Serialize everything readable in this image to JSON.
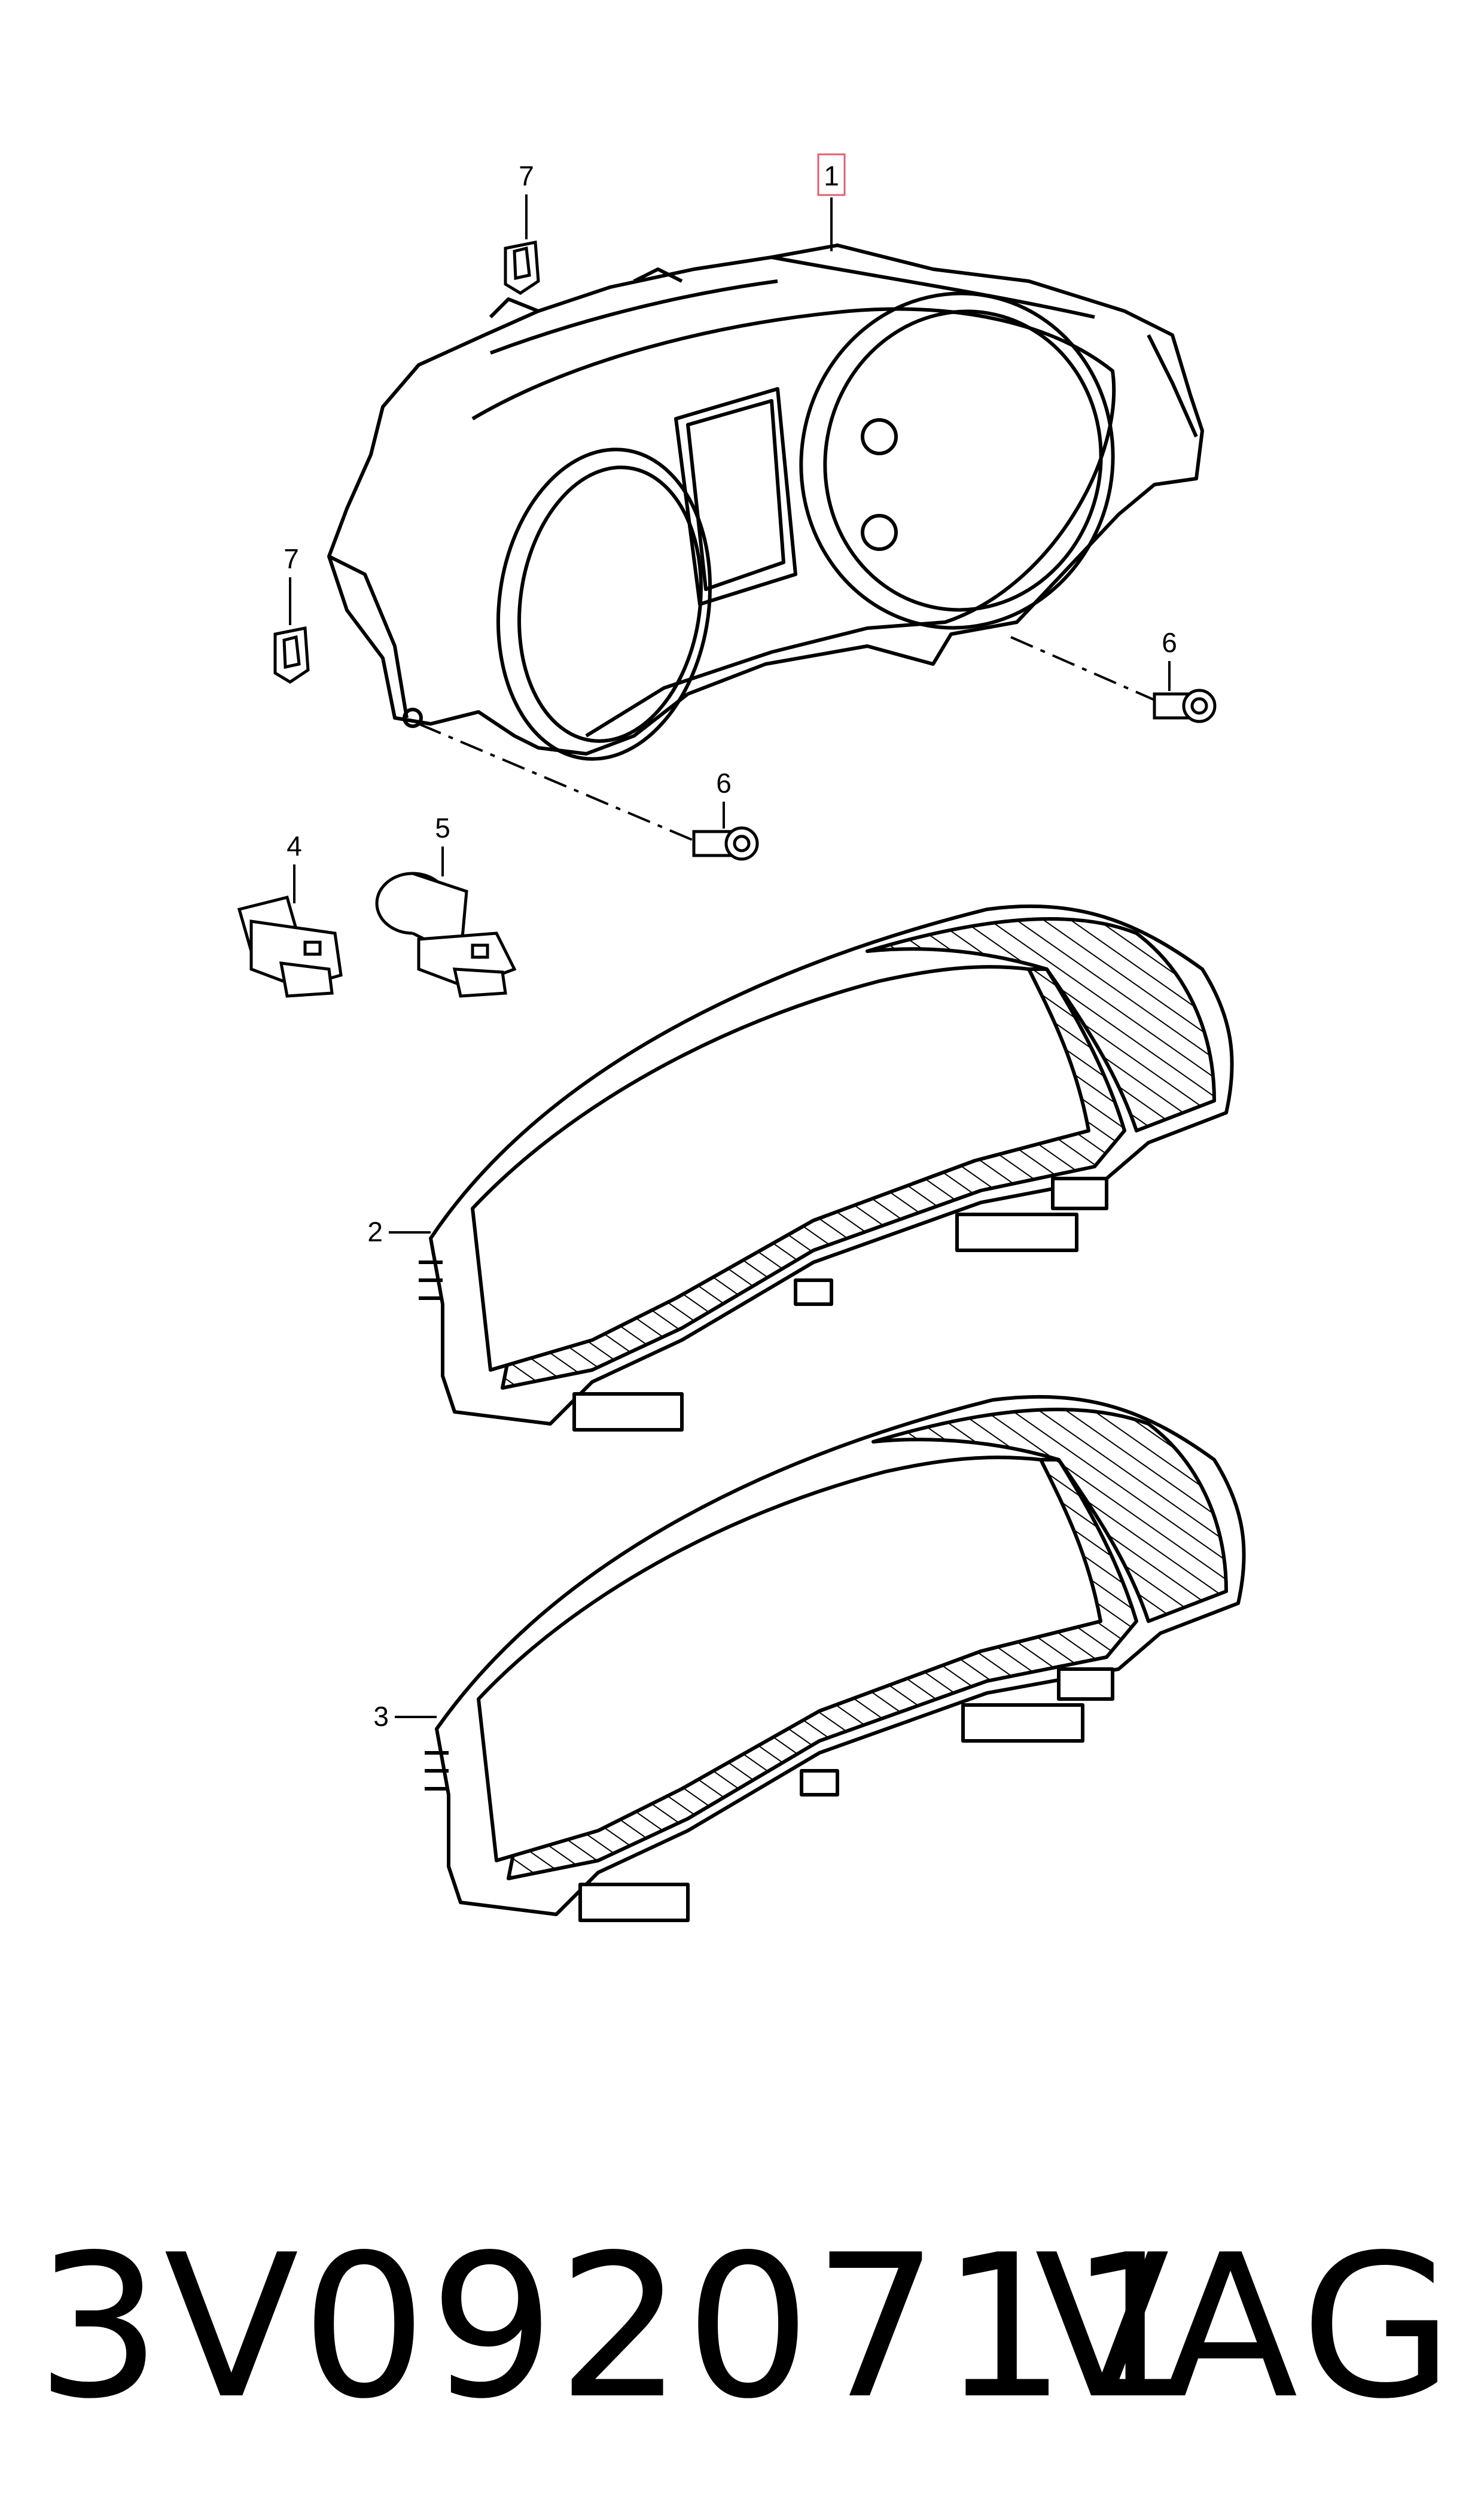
{
  "callouts": {
    "c1": "1",
    "c2": "2",
    "c3": "3",
    "c4": "4",
    "c5": "5",
    "c6a": "6",
    "c6b": "6",
    "c7a": "7",
    "c7b": "7"
  },
  "footer": {
    "part_code": "3V0920711",
    "brand": "VAG"
  },
  "colors": {
    "line": "#000000",
    "highlight_box": "#e06070"
  }
}
